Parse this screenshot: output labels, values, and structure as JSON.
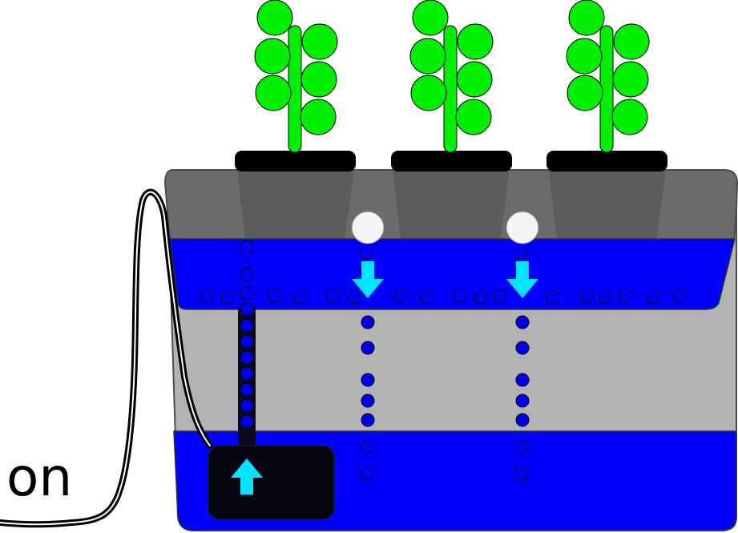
{
  "status": {
    "label": "on"
  },
  "colors": {
    "water": "#0000ff",
    "reservoir_body": "#b3b3b3",
    "tray": "#666666",
    "pot": "#000000",
    "plant": "#00ee00",
    "flow_arrow": "#00e5ff",
    "pump": "#050510",
    "drip_node": "#f5f5f5",
    "bubble": "#0000ee"
  },
  "icons": {
    "plant": "plant-icon",
    "pump": "pump-icon",
    "arrow_up": "arrow-up-icon",
    "arrow_down": "arrow-down-icon",
    "cable": "power-cable"
  },
  "plants": [
    {
      "name": "plant-1"
    },
    {
      "name": "plant-2"
    },
    {
      "name": "plant-3"
    }
  ],
  "drip_lines": [
    {
      "name": "drip-line-1"
    },
    {
      "name": "drip-line-2"
    }
  ]
}
